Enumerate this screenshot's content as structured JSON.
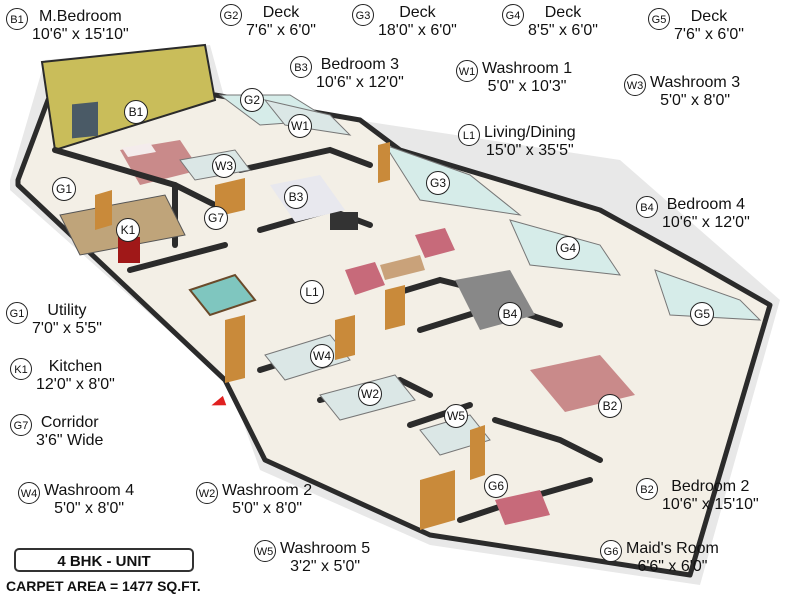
{
  "rooms": {
    "B1": {
      "tag": "B1",
      "name": "M.Bedroom",
      "size": "10'6\" x 15'10\""
    },
    "G2": {
      "tag": "G2",
      "name": "Deck",
      "size": "7'6\" x 6'0\""
    },
    "G3": {
      "tag": "G3",
      "name": "Deck",
      "size": "18'0\" x 6'0\""
    },
    "G4": {
      "tag": "G4",
      "name": "Deck",
      "size": "8'5\" x 6'0\""
    },
    "G5": {
      "tag": "G5",
      "name": "Deck",
      "size": "7'6\" x 6'0\""
    },
    "B3": {
      "tag": "B3",
      "name": "Bedroom 3",
      "size": "10'6\" x 12'0\""
    },
    "W1": {
      "tag": "W1",
      "name": "Washroom 1",
      "size": "5'0\" x 10'3\""
    },
    "W3": {
      "tag": "W3",
      "name": "Washroom 3",
      "size": "5'0\" x 8'0\""
    },
    "L1": {
      "tag": "L1",
      "name": "Living/Dining",
      "size": "15'0\" x 35'5\""
    },
    "B4": {
      "tag": "B4",
      "name": "Bedroom 4",
      "size": "10'6\" x 12'0\""
    },
    "G1": {
      "tag": "G1",
      "name": "Utility",
      "size": "7'0\" x 5'5\""
    },
    "K1": {
      "tag": "K1",
      "name": "Kitchen",
      "size": "12'0\" x 8'0\""
    },
    "G7": {
      "tag": "G7",
      "name": "Corridor",
      "size": "3'6\" Wide"
    },
    "W4": {
      "tag": "W4",
      "name": "Washroom 4",
      "size": "5'0\" x 8'0\""
    },
    "W2": {
      "tag": "W2",
      "name": "Washroom 2",
      "size": "5'0\" x 8'0\""
    },
    "B2": {
      "tag": "B2",
      "name": "Bedroom 2",
      "size": "10'6\" x 15'10\""
    },
    "W5": {
      "tag": "W5",
      "name": "Washroom 5",
      "size": "3'2\" x 5'0\""
    },
    "G6": {
      "tag": "G6",
      "name": "Maid's Room",
      "size": "6'6\" x 6'0\""
    }
  },
  "unit_label": "4 BHK - UNIT",
  "carpet_area": "CARPET AREA = 1477 SQ.FT.",
  "colors": {
    "floor": "#f3efe6",
    "wall_top": "#2b2b2b",
    "wall_side": "#efefef",
    "accent_wall": "#c9bd5a",
    "wood": "#c98a3a",
    "glass": "#cfe6e2"
  }
}
